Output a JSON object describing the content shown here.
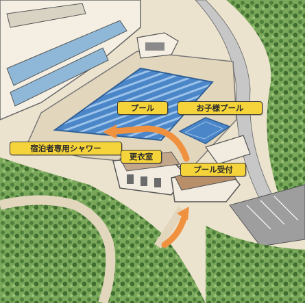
{
  "labels": {
    "pool": "プール",
    "kids_pool": "お子様プール",
    "guest_shower": "宿泊者専用シャワー",
    "changing_room": "更衣室",
    "pool_reception": "プール受付"
  },
  "colors": {
    "label_bg": "#f5d33a",
    "route_arrow": "#f0913f",
    "pool_water": "#4b86c8",
    "vegetation": "#5e8f4a",
    "road": "#c7c7c7",
    "deck": "#e2d6bd"
  }
}
